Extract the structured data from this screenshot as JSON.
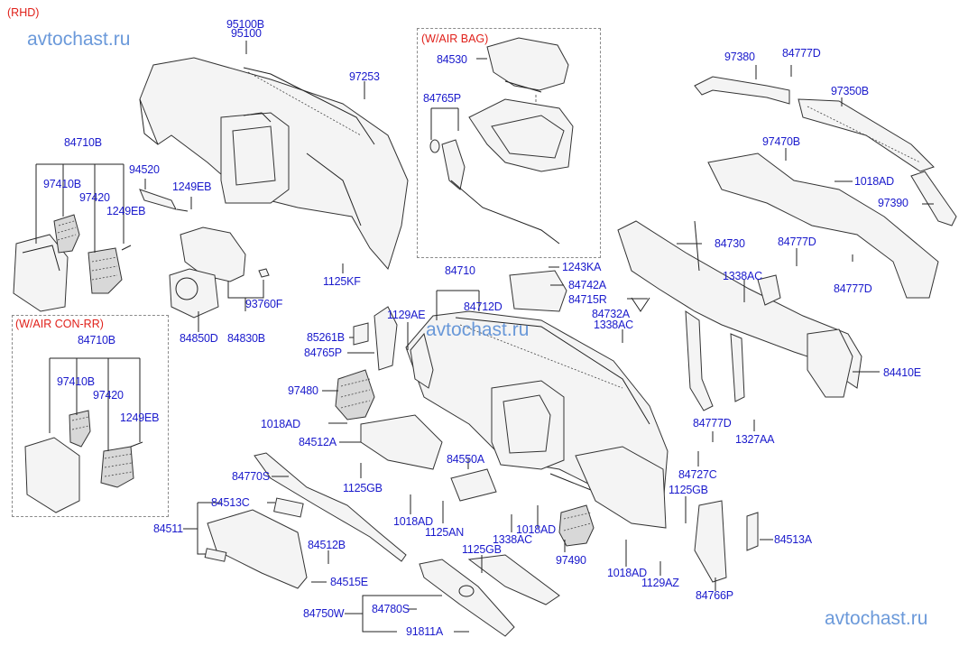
{
  "diagram": {
    "title_note": "(RHD)",
    "watermarks": [
      "avtochast.ru",
      "avtochast.ru",
      "avtochast.ru"
    ],
    "groups": {
      "air_bag": {
        "label": "(W/AIR BAG)",
        "parts": [
          "84530",
          "84765P"
        ]
      },
      "air_con_rr": {
        "label": "(W/AIR CON-RR)",
        "parts": [
          "84710B",
          "97410B",
          "97420",
          "1249EB"
        ]
      }
    },
    "labels": {
      "p95100B": "95100B",
      "p95100": "95100",
      "p97253": "97253",
      "p84710B_top": "84710B",
      "p97410B_top": "97410B",
      "p97420_top": "97420",
      "p1249EB_top_left": "1249EB",
      "p94520": "94520",
      "p1249EB_top_right": "1249EB",
      "p84530": "84530",
      "p84765P_box": "84765P",
      "p97380": "97380",
      "p84777D_top": "84777D",
      "p97350B": "97350B",
      "p97470B": "97470B",
      "p1018AD_right": "1018AD",
      "p97390": "97390",
      "p1125KF": "1125KF",
      "p93760F": "93760F",
      "p84850D": "84850D",
      "p84830B": "84830B",
      "p84710B_box": "84710B",
      "p97410B_box": "97410B",
      "p97420_box": "97420",
      "p1249EB_box": "1249EB",
      "p84730": "84730",
      "p84777D_mid1": "84777D",
      "p1338AC_mid": "1338AC",
      "p84777D_mid2": "84777D",
      "p84410E": "84410E",
      "p1243KA": "1243KA",
      "p84742A": "84742A",
      "p84715R": "84715R",
      "p84732A": "84732A",
      "p1338AC_left": "1338AC",
      "p84710": "84710",
      "p84712D": "84712D",
      "p1129AE": "1129AE",
      "p85261B": "85261B",
      "p84765P": "84765P",
      "p97480": "97480",
      "p1018AD_left": "1018AD",
      "p84512A": "84512A",
      "p84770S": "84770S",
      "p1125GB_a": "1125GB",
      "p84550A": "84550A",
      "p1018AD_mid": "1018AD",
      "p1125AN": "1125AN",
      "p1338AC_low": "1338AC",
      "p1018AD_low": "1018AD",
      "p84513C": "84513C",
      "p84511": "84511",
      "p84512B": "84512B",
      "p84515E": "84515E",
      "p1125GB_b": "1125GB",
      "p84750W": "84750W",
      "p84780S": "84780S",
      "p91811A": "91811A",
      "p97490": "97490",
      "p1018AD_br": "1018AD",
      "p1129AZ": "1129AZ",
      "p84777D_low": "84777D",
      "p1327AA": "1327AA",
      "p84727C": "84727C",
      "p1125GB_c": "1125GB",
      "p84513A": "84513A",
      "p84766P": "84766P"
    },
    "colors": {
      "label": "#1a1acc",
      "note": "#e0201a",
      "watermark": "#5b8fd6",
      "line": "#222222"
    }
  }
}
